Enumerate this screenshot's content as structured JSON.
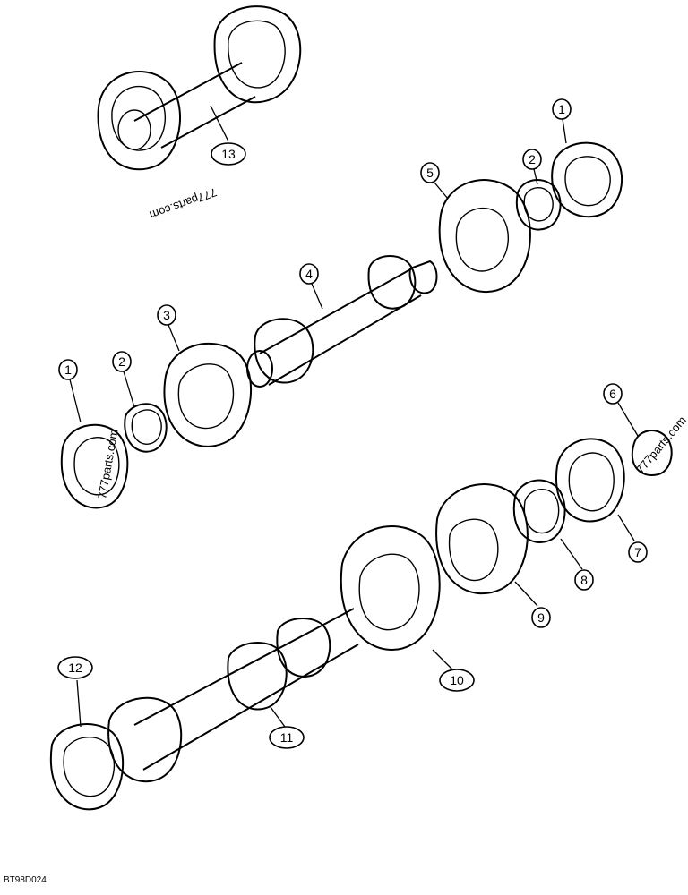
{
  "figure_code": "BT98D024",
  "watermarks": [
    "777parts.com",
    "777parts.com",
    "777parts.com"
  ],
  "callouts": [
    {
      "id": "c13",
      "label": "13",
      "pill": true
    },
    {
      "id": "c1a",
      "label": "1",
      "pill": false
    },
    {
      "id": "c2a",
      "label": "2",
      "pill": false
    },
    {
      "id": "c5",
      "label": "5",
      "pill": false
    },
    {
      "id": "c4",
      "label": "4",
      "pill": false
    },
    {
      "id": "c3",
      "label": "3",
      "pill": false
    },
    {
      "id": "c1b",
      "label": "1",
      "pill": false
    },
    {
      "id": "c2b",
      "label": "2",
      "pill": false
    },
    {
      "id": "c6",
      "label": "6",
      "pill": false
    },
    {
      "id": "c7",
      "label": "7",
      "pill": false
    },
    {
      "id": "c8",
      "label": "8",
      "pill": false
    },
    {
      "id": "c9",
      "label": "9",
      "pill": false
    },
    {
      "id": "c10",
      "label": "10",
      "pill": true
    },
    {
      "id": "c11",
      "label": "11",
      "pill": true
    },
    {
      "id": "c12",
      "label": "12",
      "pill": true
    }
  ]
}
